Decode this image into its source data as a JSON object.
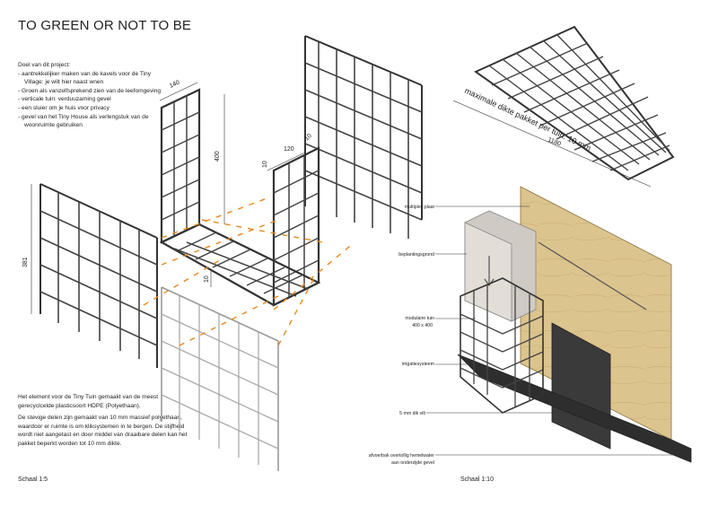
{
  "title": "TO GREEN OR NOT TO BE",
  "goals": {
    "heading": "Doel van dit project:",
    "items": [
      "- aantrekkelijker maken van de kavels voor de Tiny",
      "Village: je wilt hier naast wnen",
      "- Groen als vanzelfsprekend zien van de leefomgeving",
      "- verticale tuin: verduuzaming gevel",
      "- een sluier om je huis voor privacy",
      "- gevel van het Tiny House als verlengstuk van de",
      "woonruimte gebruiken"
    ]
  },
  "description": [
    "Het element voor de Tiny Tuin gemaakt van de meest gerecyclcelde plasticsoort HDPE (Polyethaan).",
    "De stevige delen zijn gemaakt van 10 mm massief polyethaan, waardoor er ruimte is om kliksystemen in te bergen. De stijfheid wordt niet aangetast en door middel van draaibare delen kan het pakket beperkt worden tot 10 mm dikte."
  ],
  "scales": {
    "left": "Schaal 1:5",
    "right": "Schaal 1:10"
  },
  "dimensions": {
    "d140": "140",
    "d400": "400",
    "d10a": "10",
    "d120": "120",
    "d10b": "10",
    "d381": "381",
    "d10c": "10",
    "d1180": "1180"
  },
  "diagonal_note": "maximale dikte pakket per tuin: 10 mm",
  "labels": {
    "multiplex": "multiplex plaat",
    "beplanting": "beplantingsgrond",
    "modulair_1": "modulaire tuin",
    "modulair_2": "400 x 400",
    "irrigatie": "irrigatiesysteem",
    "vilt": "5 mm dik vilt",
    "afvoer_1": "afvoerbak overtollig hemelwater",
    "afvoer_2": "aan onderzijde gevel"
  },
  "colors": {
    "plywood": "#dcc48e",
    "orange_dash": "#e8891c",
    "frame": "#333333",
    "dark_panel": "#3a3a3a"
  }
}
